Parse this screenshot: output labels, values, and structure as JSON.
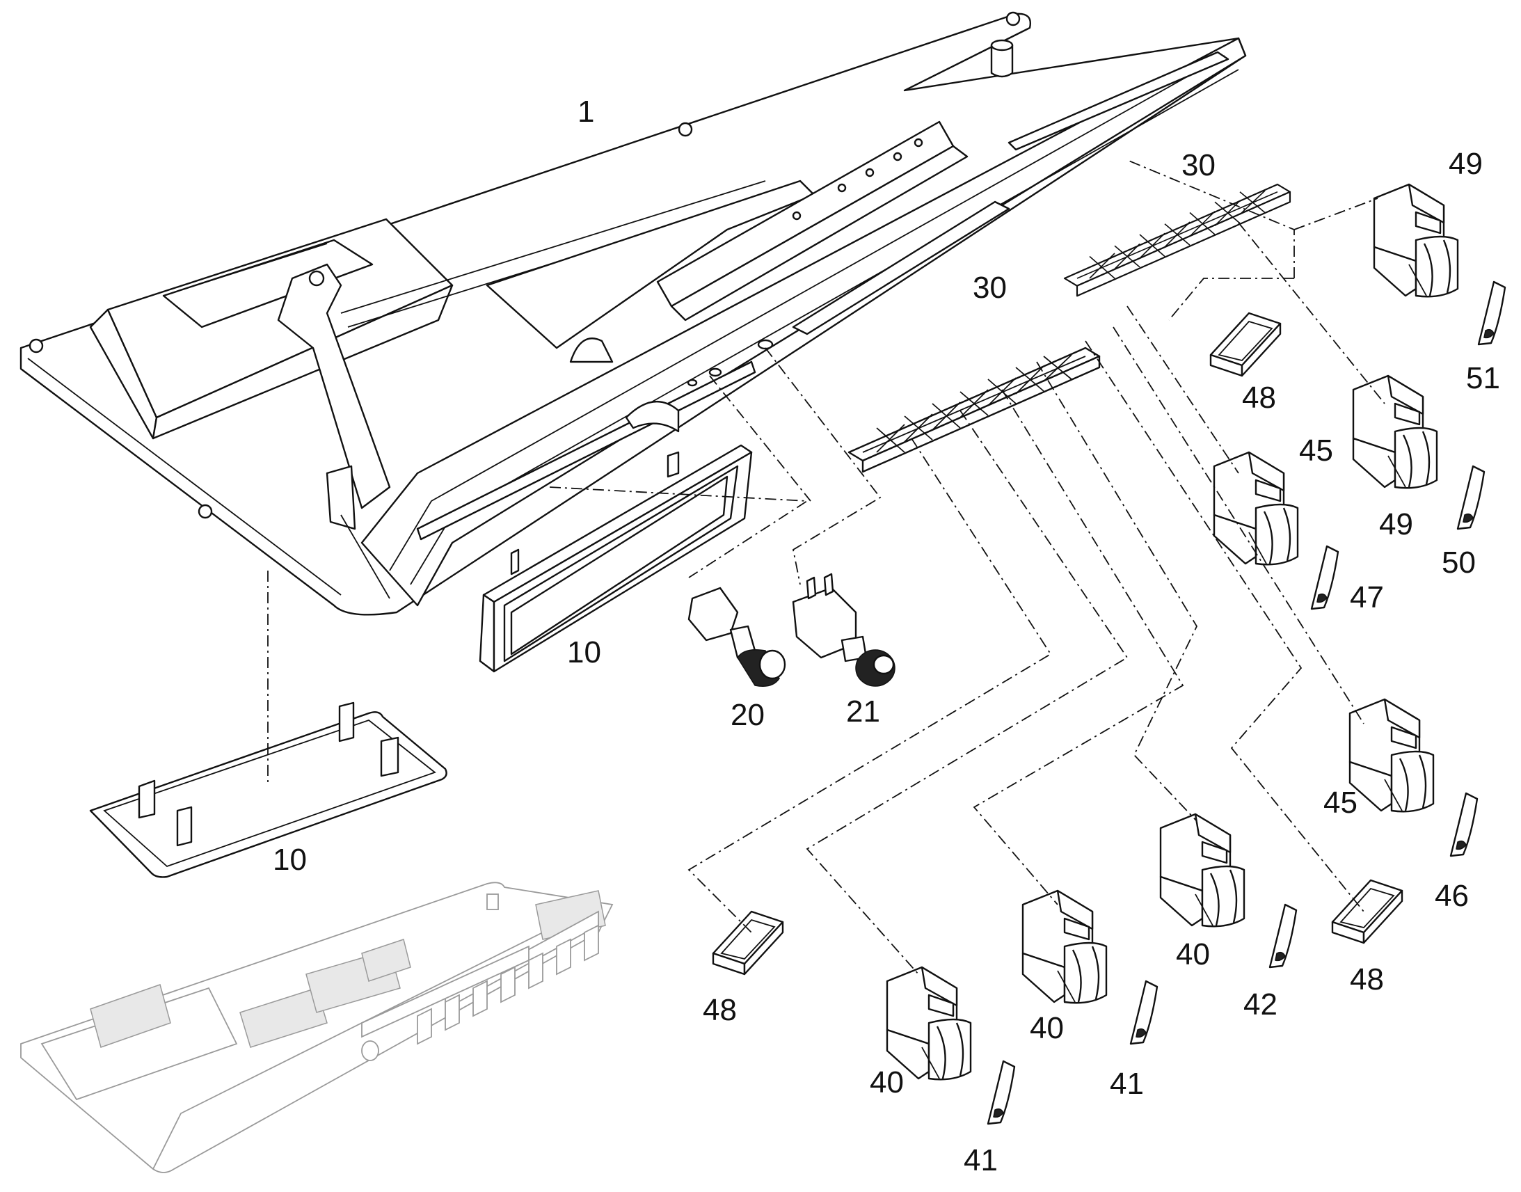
{
  "diagram": {
    "labels": {
      "l1": "1",
      "l10a": "10",
      "l10b": "10",
      "l20": "20",
      "l21": "21",
      "l30a": "30",
      "l30b": "30",
      "l40a": "40",
      "l40b": "40",
      "l40c": "40",
      "l41a": "41",
      "l41b": "41",
      "l42": "42",
      "l45a": "45",
      "l45b": "45",
      "l46": "46",
      "l47": "47",
      "l48a": "48",
      "l48b": "48",
      "l48c": "48",
      "l49a": "49",
      "l49b": "49",
      "l50": "50",
      "l51": "51"
    },
    "colors": {
      "line": "#111111",
      "ghost": "#9a9a9a",
      "background": "#ffffff"
    }
  }
}
